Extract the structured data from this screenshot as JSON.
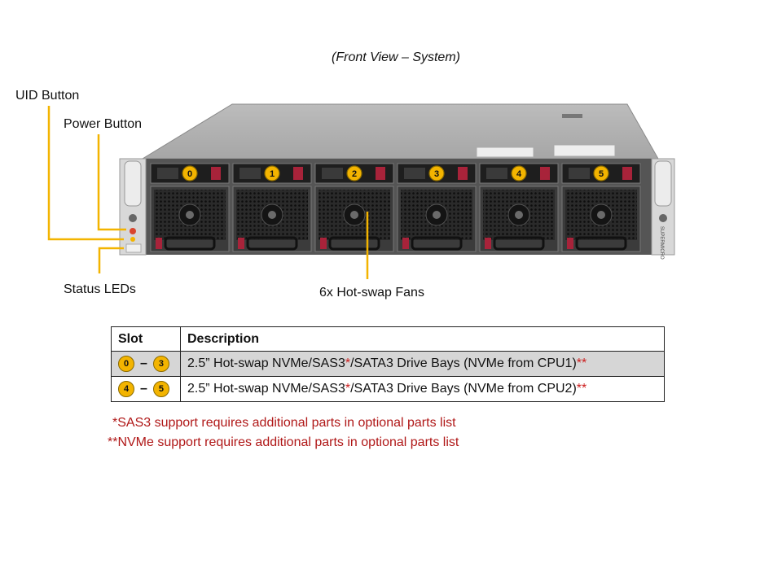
{
  "title": "(Front View – System)",
  "callouts": {
    "uid": "UID Button",
    "power": "Power Button",
    "status": "Status LEDs",
    "fans": "6x Hot-swap Fans"
  },
  "bay_numbers": [
    "0",
    "1",
    "2",
    "3",
    "4",
    "5"
  ],
  "brand_text": "SUPERMICRO",
  "table": {
    "headers": {
      "slot": "Slot",
      "description": "Description"
    },
    "rows": [
      {
        "from": "0",
        "dash": "–",
        "to": "3",
        "desc": "2.5” Hot-swap NVMe/SAS3",
        "star1": "*",
        "desc2": "/SATA3 Drive Bays (NVMe from CPU1)",
        "star2": "**"
      },
      {
        "from": "4",
        "dash": "–",
        "to": "5",
        "desc": "2.5” Hot-swap NVMe/SAS3",
        "star1": "*",
        "desc2": "/SATA3 Drive Bays (NVMe from CPU2)",
        "star2": "**"
      }
    ]
  },
  "notes": [
    "*SAS3 support requires additional parts in optional parts list",
    "**NVMe support requires additional parts in optional parts list"
  ],
  "colors": {
    "callout_line": "#f3b400",
    "badge": "#f3b400",
    "note_red": "#b01818",
    "row_shade": "#d6d6d6"
  }
}
